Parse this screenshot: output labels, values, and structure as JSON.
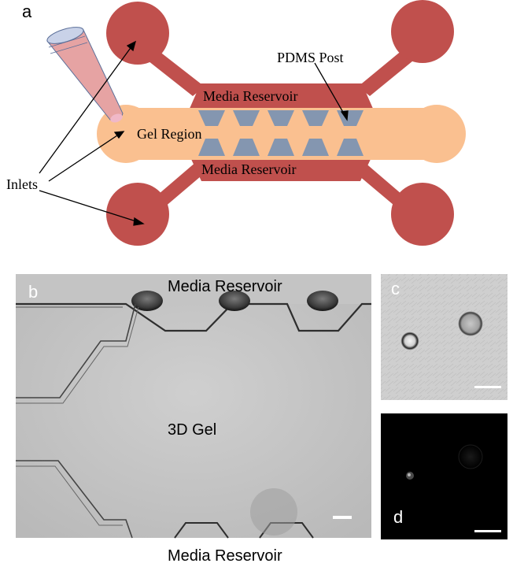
{
  "panel_a": {
    "label": "a",
    "pdms_post_label": "PDMS Post",
    "media_reservoir_top": "Media Reservoir",
    "media_reservoir_bottom": "Media Reservoir",
    "gel_region_label": "Gel Region",
    "inlets_label": "Inlets"
  },
  "panel_b": {
    "label": "b",
    "media_reservoir_top": "Media Reservoir",
    "gel_label": "3D Gel",
    "media_reservoir_bottom": "Media Reservoir"
  },
  "panel_c": {
    "label": "c"
  },
  "panel_d": {
    "label": "d"
  },
  "colors": {
    "reservoir_red": "#c0504d",
    "gel_peach": "#fac090",
    "post_blue": "#8496b0",
    "pipette_pink": "#e6a3a3"
  }
}
